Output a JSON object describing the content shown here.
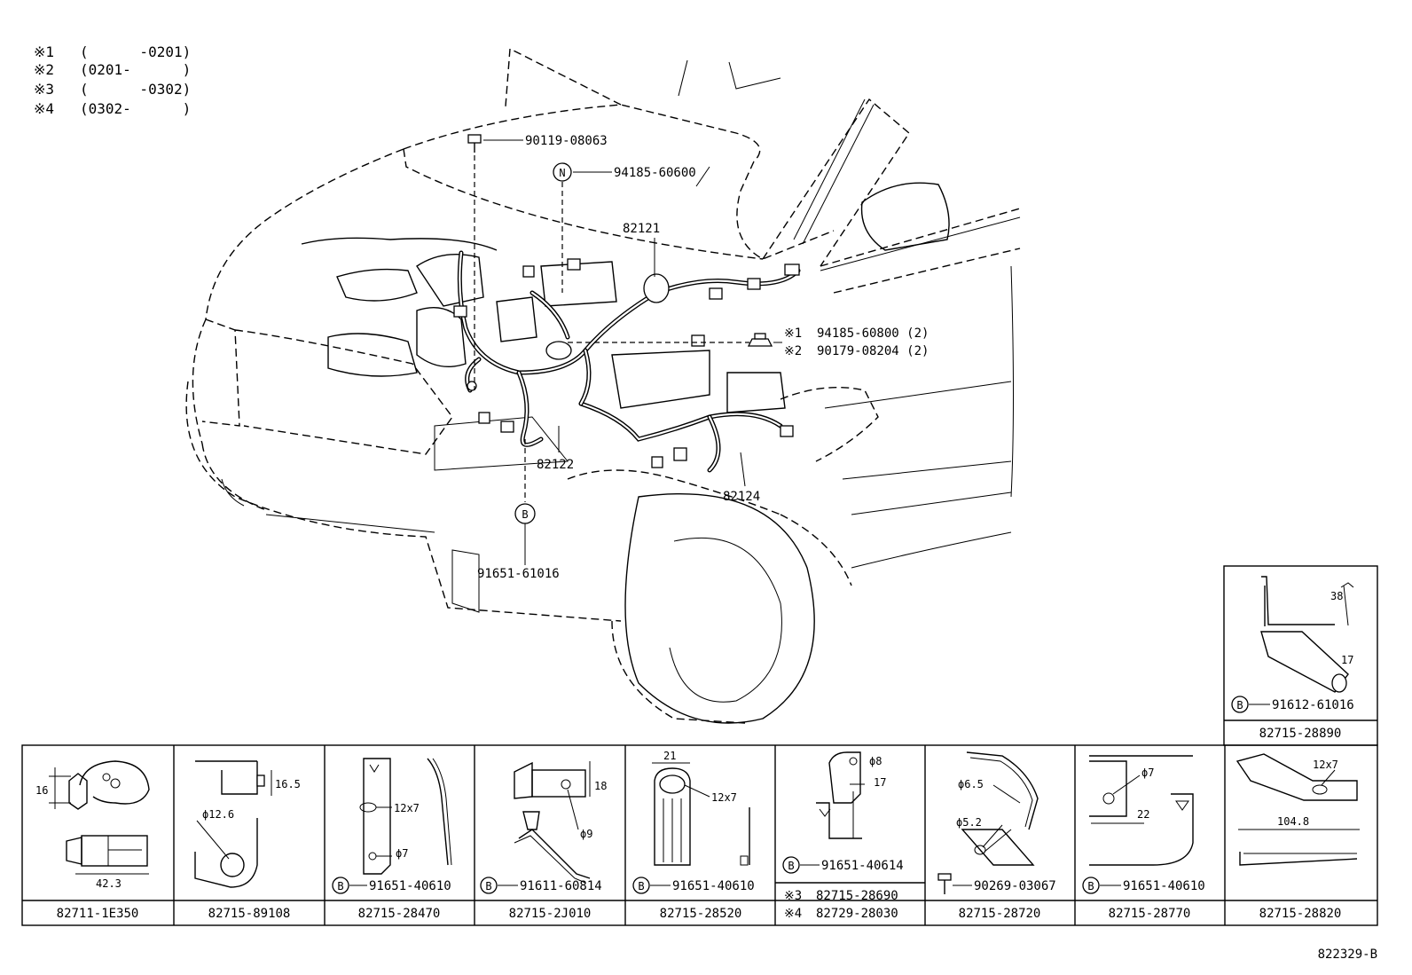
{
  "diagram": {
    "legend": [
      {
        "mark": "※1",
        "range": "(      -0201)"
      },
      {
        "mark": "※2",
        "range": "(0201-      )"
      },
      {
        "mark": "※3",
        "range": "(      -0302)"
      },
      {
        "mark": "※4",
        "range": "(0302-      )"
      }
    ],
    "callouts": {
      "bolt": "90119-08063",
      "nut_marker": "N",
      "nut": "94185-60600",
      "wire_main": "82121",
      "wire_engine": "82122",
      "wire_front": "82124",
      "clamp_marker": "B",
      "clamp": "91651-61016",
      "note1_mark": "※1",
      "note1": "94185-60800 (2)",
      "note2_mark": "※2",
      "note2": "90179-08204 (2)"
    },
    "side_box": {
      "dim_height": "38",
      "dim_width": "17",
      "marker": "B",
      "sub_part": "91612-61016",
      "caption": "82715-28890"
    },
    "bottom_boxes": [
      {
        "caption": "82711-1E350",
        "dims": [
          "16",
          "42.3"
        ]
      },
      {
        "caption": "82715-89108",
        "dims": [
          "16.5",
          "ϕ12.6"
        ]
      },
      {
        "caption": "82715-28470",
        "dims": [
          "12x7",
          "ϕ7"
        ],
        "marker": "B",
        "sub_part": "91651-40610"
      },
      {
        "caption": "82715-2J010",
        "dims": [
          "18",
          "ϕ9"
        ],
        "marker": "B",
        "sub_part": "91611-60814"
      },
      {
        "caption": "82715-28520",
        "dims": [
          "21",
          "12x7"
        ],
        "marker": "B",
        "sub_part": "91651-40610"
      },
      {
        "caption_lines": [
          {
            "mark": "※3",
            "text": "82715-28690"
          },
          {
            "mark": "※4",
            "text": "82729-28030"
          }
        ],
        "dims": [
          "ϕ8",
          "17"
        ],
        "marker": "B",
        "sub_part": "91651-40614"
      },
      {
        "caption": "82715-28720",
        "dims": [
          "ϕ6.5",
          "ϕ5.2"
        ],
        "sub_part": "90269-03067"
      },
      {
        "caption": "82715-28770",
        "dims": [
          "ϕ7",
          "22"
        ],
        "marker": "B",
        "sub_part": "91651-40610"
      },
      {
        "caption": "82715-28820",
        "dims": [
          "12x7",
          "104.8"
        ]
      }
    ],
    "diagram_code": "822329-B"
  }
}
